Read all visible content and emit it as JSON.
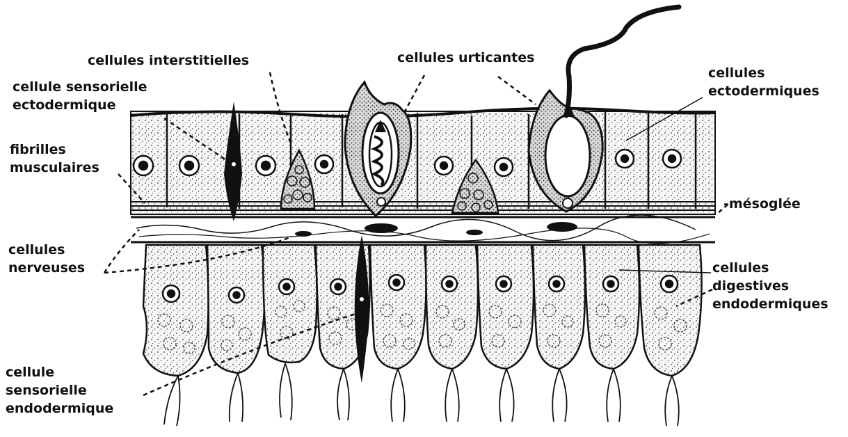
{
  "labels": {
    "interstitial": "cellules interstitielles",
    "urticant": "cellules urticantes",
    "sensory_ecto": [
      "cellule sensorielle",
      "ectodermique"
    ],
    "ectoderm": [
      "cellules",
      "ectodermiques"
    ],
    "muscle": [
      "fibrilles",
      "musculaires"
    ],
    "mesoglea": "-mésoglée",
    "nerve": [
      "cellules",
      "nerveuses"
    ],
    "digestive": [
      "cellules",
      "digestives",
      "endodermiques"
    ],
    "sensory_endo": [
      "cellule",
      "sensorielle",
      "endodermique"
    ]
  },
  "colors": {
    "ink": "#111111",
    "background": "#ffffff",
    "cell_fill": "#f4f4f4"
  }
}
